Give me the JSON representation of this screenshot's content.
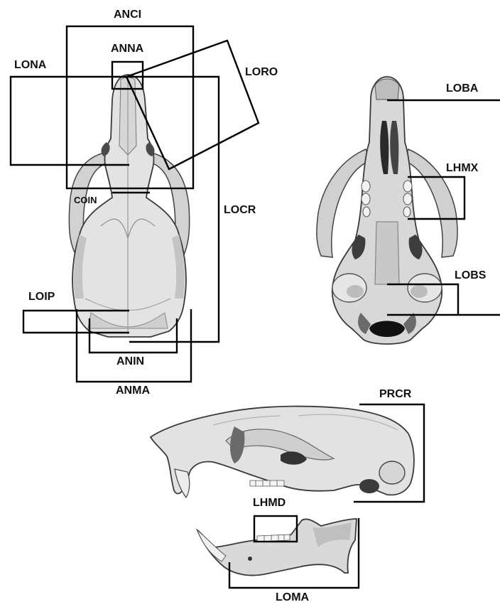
{
  "colors": {
    "line": "#000000",
    "bone_light": "#e4e4e4",
    "bone_mid": "#bdbdbd",
    "bone_dark": "#6e6e6e",
    "shadow": "#1a1a1a",
    "background": "#ffffff"
  },
  "views": {
    "dorsal": "dorsal-skull-view",
    "ventral": "ventral-skull-view",
    "lateral": "lateral-skull-view",
    "mandible": "mandible-view"
  },
  "labels": {
    "anci": "ANCI",
    "anna": "ANNA",
    "lona": "LONA",
    "loro": "LORO",
    "coin": "COIN",
    "locr": "LOCR",
    "loip": "LOIP",
    "anin": "ANIN",
    "anma": "ANMA",
    "loba": "LOBA",
    "lhmx": "LHMX",
    "lobs": "LOBS",
    "prcr": "PRCR",
    "lhmd": "LHMD",
    "loma": "LOMA"
  }
}
